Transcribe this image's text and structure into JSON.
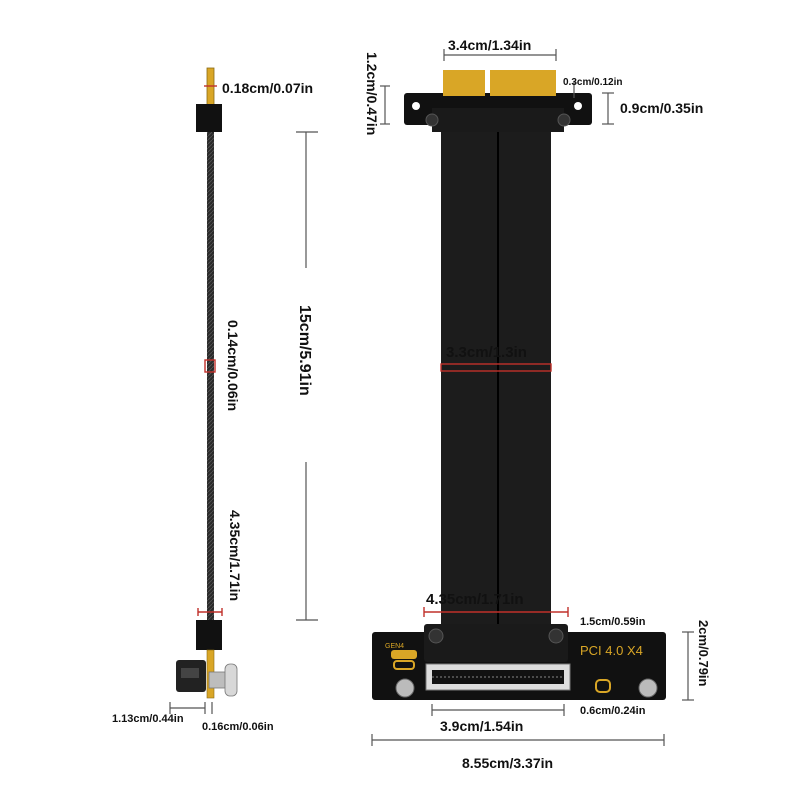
{
  "side_view": {
    "pin_thickness": "0.18cm/0.07in",
    "cable_thickness": "0.14cm/0.06in",
    "cable_length": "15cm/5.91in",
    "end_section": "4.35cm/1.71in",
    "bracket_width": "1.13cm/0.44in",
    "pin_width": "0.16cm/0.06in"
  },
  "front_view": {
    "connector_width": "3.4cm/1.34in",
    "connector_height": "1.2cm/0.47in",
    "key_notch": "0.3cm/0.12in",
    "bracket_height": "0.9cm/0.35in",
    "cable_width": "3.3cm/1.3in",
    "cable_end_width": "4.35cm/1.71in",
    "header_height": "1.5cm/0.59in",
    "board_height": "2cm/0.79in",
    "hole_size": "0.6cm/0.24in",
    "slot_width": "3.9cm/1.54in",
    "board_width": "8.55cm/3.37in",
    "pcb_marking": "PCI 4.0 X4",
    "gen_marking": "GEN4"
  },
  "colors": {
    "cable": "#1c1c1c",
    "gold": "#d9a626",
    "pcb": "#111111",
    "dimension_red": "#c0302a"
  }
}
